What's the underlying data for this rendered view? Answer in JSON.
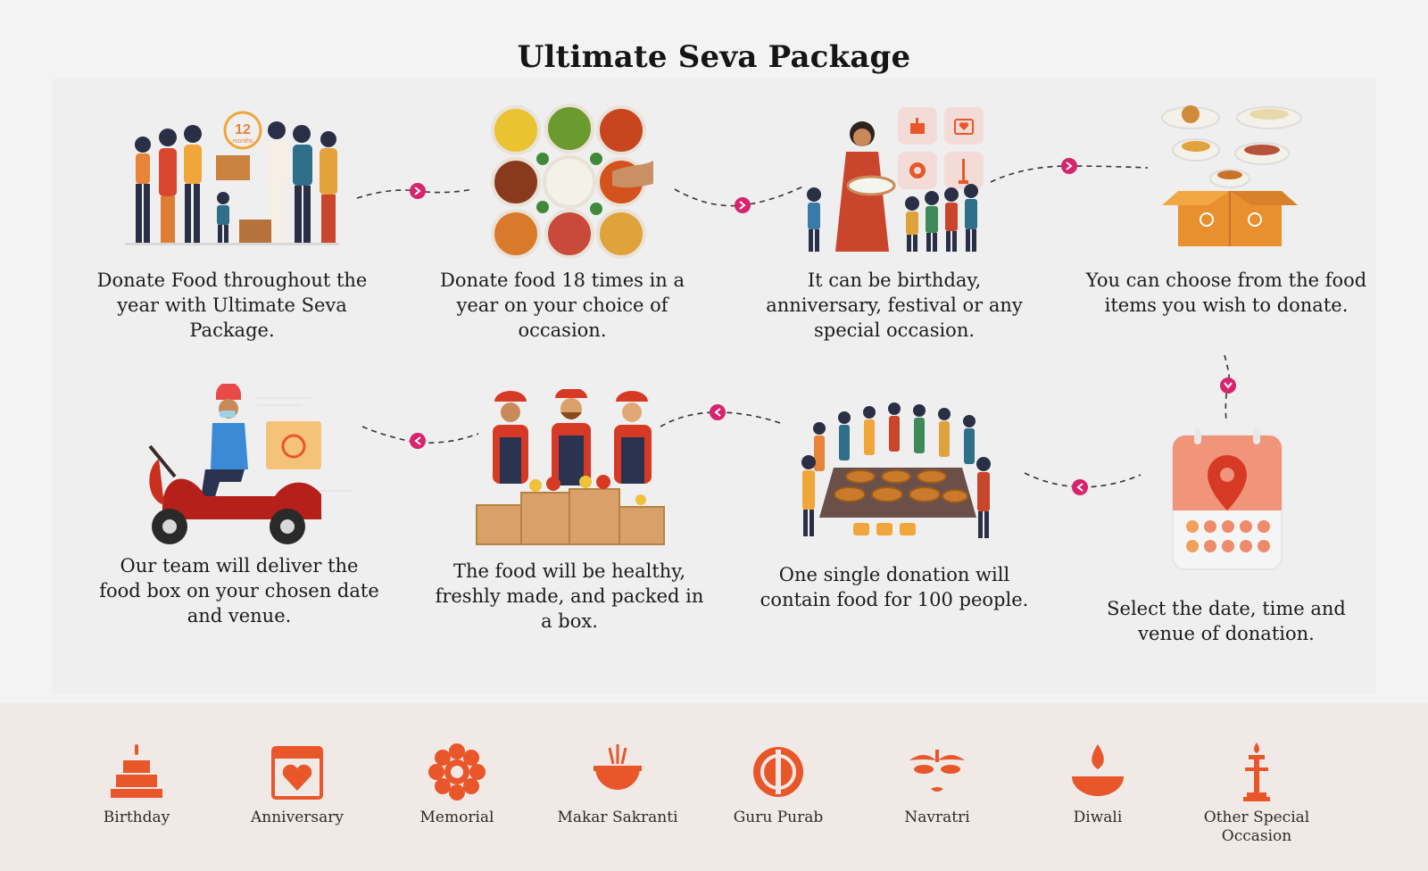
{
  "title": "Ultimate Seva Package",
  "colors": {
    "accent": "#e8562a",
    "dot": "#d6246e",
    "background": "#f3f3f3",
    "footer": "#f1e9e6"
  },
  "steps": [
    {
      "caption": "Donate Food throughout the year with Ultimate Seva Package.",
      "art": "family-donation-illustration",
      "badge_number": "12",
      "badge_text": "months"
    },
    {
      "caption": "Donate food 18 times in a year on your choice of occasion.",
      "art": "food-bowls-illustration"
    },
    {
      "caption": "It can be birthday, anniversary, festival or any special occasion.",
      "art": "woman-serving-children-illustration"
    },
    {
      "caption": "You can choose from the food items you wish to donate.",
      "art": "food-box-illustration"
    },
    {
      "caption": "Select the date, time and venue of donation.",
      "art": "calendar-location-illustration"
    },
    {
      "caption": "One single donation will contain food for 100 people.",
      "art": "crowd-food-illustration"
    },
    {
      "caption": "The food will be healthy, freshly made, and packed in a box.",
      "art": "workers-packing-illustration"
    },
    {
      "caption": "Our team will deliver the food box on your chosen date and venue.",
      "art": "scooter-delivery-illustration"
    }
  ],
  "occasions": [
    {
      "label": "Birthday",
      "icon": "cake-icon"
    },
    {
      "label": "Anniversary",
      "icon": "calendar-heart-icon"
    },
    {
      "label": "Memorial",
      "icon": "flower-icon"
    },
    {
      "label": "Makar Sakranti",
      "icon": "harvest-pot-icon"
    },
    {
      "label": "Guru Purab",
      "icon": "khanda-icon"
    },
    {
      "label": "Navratri",
      "icon": "goddess-eyes-icon"
    },
    {
      "label": "Diwali",
      "icon": "diya-icon"
    },
    {
      "label": "Other Special Occasion",
      "icon": "lamp-stand-icon"
    }
  ]
}
